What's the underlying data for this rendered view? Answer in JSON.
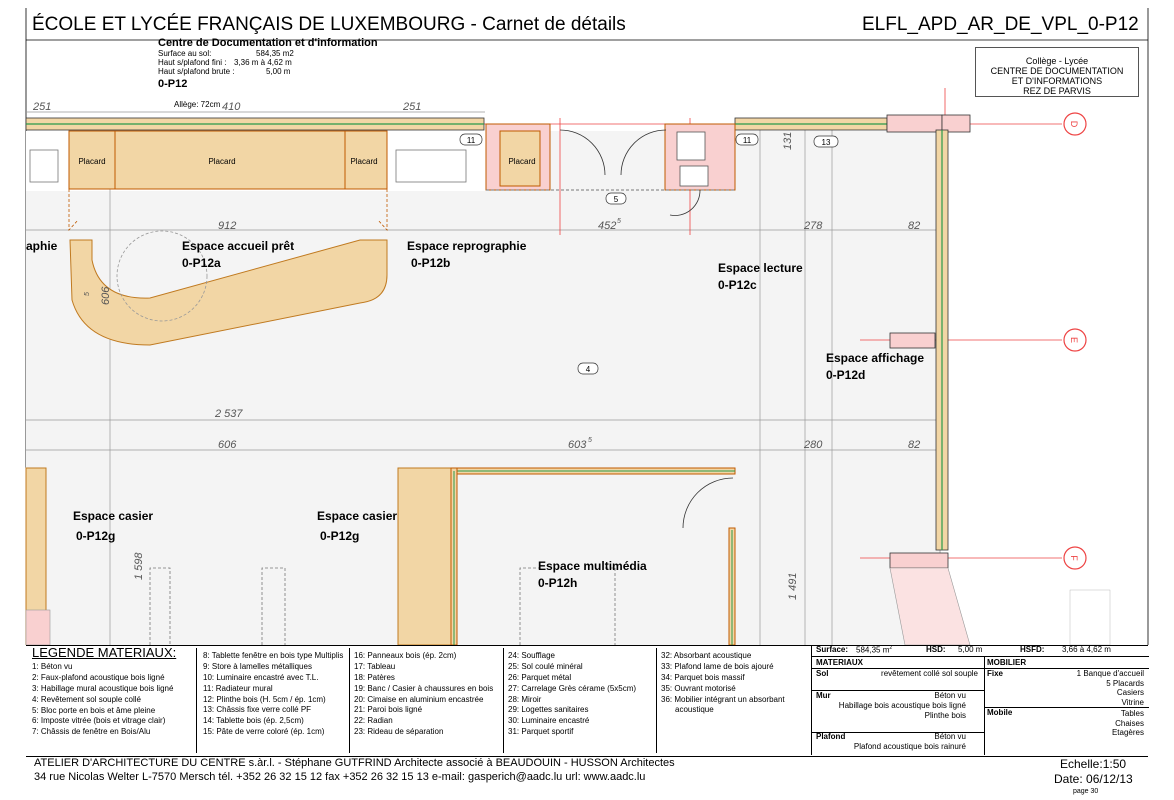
{
  "header": {
    "title": "ÉCOLE ET LYCÉE FRANÇAIS DE LUXEMBOURG - Carnet de détails",
    "code": "ELFL_APD_AR_DE_VPL_0-P12"
  },
  "room_info": {
    "name": "Centre de Documentation et d'information",
    "surface_label": "Surface au sol:",
    "surface_value": "584,35 m2",
    "ceiling_label": "Haut s/plafond fini :",
    "ceiling_value": "3,36 m à 4,62 m",
    "raw_ceiling_label": "Haut s/plafond brute :",
    "raw_ceiling_value": "5,00 m",
    "code": "0-P12"
  },
  "location_box": [
    "Collège - Lycée",
    "CENTRE DE DOCUMENTATION",
    "ET D'INFORMATIONS",
    "REZ DE PARVIS"
  ],
  "plan": {
    "allege": "Allège: 72cm",
    "dimensions": {
      "d251a": "251",
      "d410": "410",
      "d251b": "251",
      "d912": "912",
      "d452": "452",
      "d452sup": "5",
      "d278": "278",
      "d82a": "82",
      "d606v": "606",
      "d606vsup": "5",
      "d2537": "2 537",
      "d606": "606",
      "d603": "603",
      "d603sup": "5",
      "d280": "280",
      "d82b": "82",
      "d131": "131",
      "d1598": "1 598",
      "d1491": "1 491"
    },
    "tags": {
      "t11a": "11",
      "t11b": "11",
      "t13": "13",
      "t5": "5",
      "t4": "4"
    },
    "cupboard_label": "Placard",
    "axes": {
      "d": "D",
      "e": "E",
      "f": "F"
    },
    "spaces": {
      "repro_left": "aphie",
      "accueil": "Espace accueil prêt",
      "accueil_code": "0-P12a",
      "repro": "Espace reprographie",
      "repro_code": "0-P12b",
      "lecture": "Espace lecture",
      "lecture_code": "0-P12c",
      "affichage": "Espace affichage",
      "affichage_code": "0-P12d",
      "casier1": "Espace casier",
      "casier1_code": "0-P12g",
      "casier2": "Espace casier",
      "casier2_code": "0-P12g",
      "multimedia": "Espace multimédia",
      "multimedia_code": "0-P12h"
    }
  },
  "legend": {
    "title": "LEGENDE MATERIAUX:",
    "col1": [
      "1:  Béton vu",
      "2: Faux-plafond acoustique bois ligné",
      "3: Habillage mural acoustique bois ligné",
      "4: Revêtement sol souple collé",
      "5: Bloc porte en bois et âme pleine",
      "6: Imposte vitrée (bois et vitrage clair)",
      "7: Châssis de fenêtre en Bois/Alu"
    ],
    "col2": [
      "8: Tablette fenêtre en bois type Multiplis",
      "9: Store à lamelles métalliques",
      "10: Luminaire encastré avec T.L.",
      "11: Radiateur mural",
      "12: Plinthe bois  (H. 5cm / ép. 1cm)",
      "13: Châssis fixe verre collé PF",
      "14: Tablette bois (ép. 2,5cm)",
      "15: Pâte de verre coloré (ép. 1cm)"
    ],
    "col3": [
      "16: Panneaux bois (ép. 2cm)",
      "17: Tableau",
      "18: Patères",
      "19: Banc / Casier à chaussures en bois",
      "20: Cimaise en aluminium encastrée",
      "21: Paroi bois ligné",
      "22: Radian",
      "23: Rideau de séparation"
    ],
    "col4": [
      "24: Soufflage",
      "25: Sol coulé minéral",
      "26: Parquet métal",
      "27: Carrelage Grès cérame (5x5cm)",
      "28: Miroir",
      "29: Logettes sanitaires",
      "30: Luminaire encastré",
      "31: Parquet sportif"
    ],
    "col5": [
      "32: Absorbant acoustique",
      "33: Plafond lame de bois ajouré",
      "34: Parquet bois massif",
      "35: Ouvrant motorisé",
      "36: Mobilier intégrant un absorbant",
      "acoustique"
    ]
  },
  "specs": {
    "surface_label": "Surface:",
    "surface_value": "584,35 m",
    "surface_sup": "2",
    "hsd_label": "HSD:",
    "hsd_value": "5,00 m",
    "hsfd_label": "HSFD:",
    "hsfd_value": "3,66 à 4,62 m",
    "materiaux": "MATERIAUX",
    "mobilier": "MOBILIER",
    "sol_label": "Sol",
    "sol_value": "revêtement collé sol souple",
    "mur_label": "Mur",
    "mur_values": [
      "Béton vu",
      "Habillage bois acoustique bois ligné",
      "Plinthe bois"
    ],
    "plafond_label": "Plafond",
    "plafond_values": [
      "Béton vu",
      "Plafond acoustique bois rainuré"
    ],
    "fixe_label": "Fixe",
    "fixe_values": [
      "1 Banque d'accueil",
      "5 Placards",
      "Casiers",
      "Vitrine"
    ],
    "mobile_label": "Mobile",
    "mobile_values": [
      "Tables",
      "Chaises",
      "Etagères"
    ]
  },
  "footer": {
    "line1": "ATELIER D'ARCHITECTURE DU CENTRE s.àr.l. - Stéphane GUTFRIND Architecte associé à BEAUDOUIN - HUSSON Architectes",
    "line2": "34 rue Nicolas Welter   L-7570 Mersch   tél. +352 26 32 15 12   fax +352 26 32 15 13   e-mail: gasperich@aadc.lu   url: www.aadc.lu",
    "scale": "Echelle:1:50",
    "date": "Date: 06/12/13",
    "page": "page 30"
  }
}
